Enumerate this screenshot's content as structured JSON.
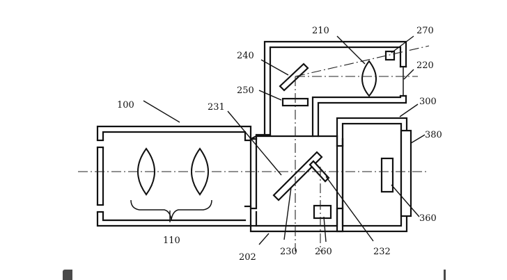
{
  "diagram": {
    "labels": {
      "l100": "100",
      "l110": "110",
      "l202": "202",
      "l210": "210",
      "l220": "220",
      "l230": "230",
      "l231": "231",
      "l232": "232",
      "l240": "240",
      "l250": "250",
      "l260": "260",
      "l270": "270",
      "l300": "300",
      "l360": "360",
      "l380": "380"
    }
  },
  "colors": {
    "line": "#111111",
    "background": "#ffffff",
    "footer": "#4a4a4a"
  }
}
